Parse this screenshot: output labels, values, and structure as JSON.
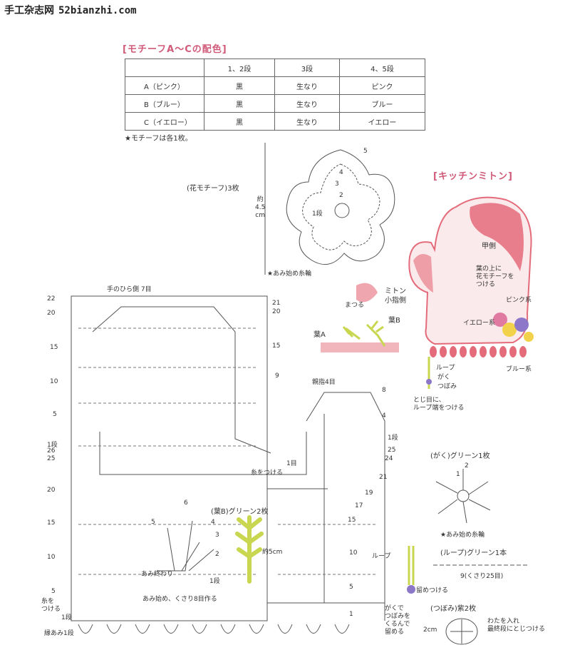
{
  "header": {
    "site_name": "手工杂志网",
    "site_url": "52bianzhi.com"
  },
  "color_table": {
    "title": "[モチーフA～Cの配色]",
    "columns": [
      "",
      "1、2段",
      "3段",
      "4、5段"
    ],
    "rows": [
      [
        "A（ピンク）",
        "黒",
        "生なり",
        "ピンク"
      ],
      [
        "B（ブルー）",
        "黒",
        "生なり",
        "ブルー"
      ],
      [
        "C（イエロー）",
        "黒",
        "生なり",
        "イエロー"
      ]
    ],
    "note": "★モチーフは各1枚。"
  },
  "flower_motif": {
    "label": "(花モチーフ)3枚",
    "size_label": "約\n4.5\ncm",
    "start_note": "★あみ始め糸輪",
    "round_numbers": [
      "5",
      "4",
      "3",
      "2",
      "1段"
    ]
  },
  "mitten_section": {
    "title": "[キッチンミトン]",
    "labels": {
      "back": "甲側",
      "flower_note": "葉の上に\n花モチーフを\nつける",
      "pink": "ピンク系",
      "yellow": "イエロー系",
      "blue": "ブルー系",
      "loop": "ループ",
      "calyx": "がく",
      "bud": "つぼみ",
      "finish": "とじ目に、\nループ端をつける",
      "mitten_small": "ミトン\n小指側",
      "matsuru": "まつる",
      "leaf_a": "葉A",
      "leaf_b": "葉B"
    }
  },
  "chart": {
    "palm_label": "手のひら側 7目",
    "thumb_label": "親指4目",
    "left_rows": [
      "22",
      "20",
      "15",
      "10",
      "5",
      "1段",
      "26",
      "25",
      "20",
      "15",
      "10",
      "5",
      "1段"
    ],
    "right_rows": [
      "21",
      "20",
      "15",
      "9",
      "1目",
      "8",
      "4",
      "1段",
      "25",
      "24",
      "21",
      "19",
      "17",
      "15",
      "10",
      "5",
      "1"
    ],
    "attach_thread": "糸をつける",
    "attach_thread2": "糸を\nつける",
    "edging": "縁あみ1段",
    "ito_tsukeru": "糸をつける"
  },
  "leaf_b": {
    "label": "(葉B)グリーン2枚",
    "size": "約5cm",
    "end_label": "あみ終わり",
    "start_label": "あみ始め、くさり8目作る",
    "rows": [
      "6",
      "5",
      "4",
      "3",
      "2",
      "1段"
    ]
  },
  "calyx": {
    "label": "(がく)グリーン1枚",
    "start_note": "★あみ始め糸輪",
    "rows": [
      "2",
      "1"
    ]
  },
  "loop": {
    "label": "ループ",
    "stop_note": "留めつける",
    "calyx_note": "がくで\nつぼみを\nくるんで\n留める",
    "chart_label": "(ループ)グリーン1本",
    "chain_label": "9(くさり25目)"
  },
  "bud": {
    "label": "(つぼみ)紫2枚",
    "size": "2cm",
    "note": "わたを入れ\n最終段にとじつける"
  },
  "colors": {
    "accent": "#d05a78",
    "mitten": "#e46b7a",
    "leaf": "#c8d650",
    "chart_line": "#555555"
  }
}
